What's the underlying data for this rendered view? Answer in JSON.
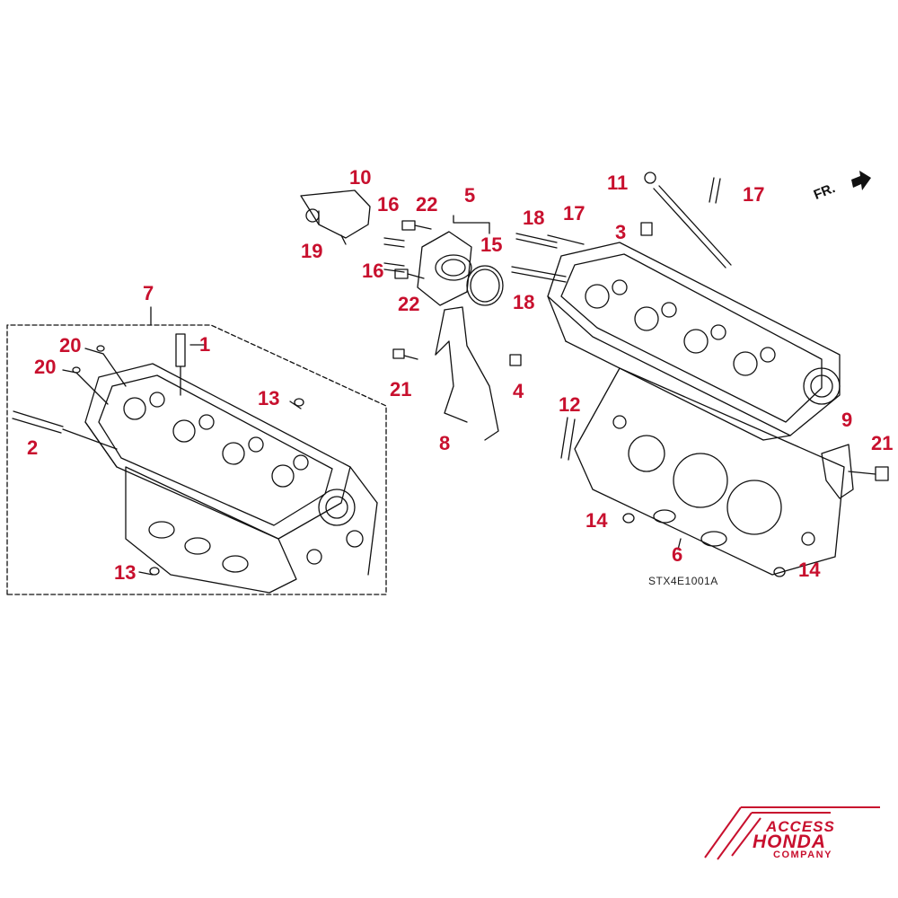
{
  "diagram_code": "STX4E1001A",
  "front_indicator": "FR.",
  "logo": {
    "line1": "ACCESS",
    "line2": "HONDA",
    "line3": "COMPANY"
  },
  "callouts": [
    "1",
    "2",
    "3",
    "4",
    "5",
    "6",
    "7",
    "8",
    "9",
    "10",
    "11",
    "12",
    "13",
    "13",
    "14",
    "14",
    "15",
    "16",
    "16",
    "17",
    "17",
    "18",
    "18",
    "19",
    "20",
    "20",
    "21",
    "21",
    "22",
    "22"
  ],
  "colors": {
    "callout": "#c8102e",
    "linework": "#111111",
    "logo": "#c8102e"
  }
}
